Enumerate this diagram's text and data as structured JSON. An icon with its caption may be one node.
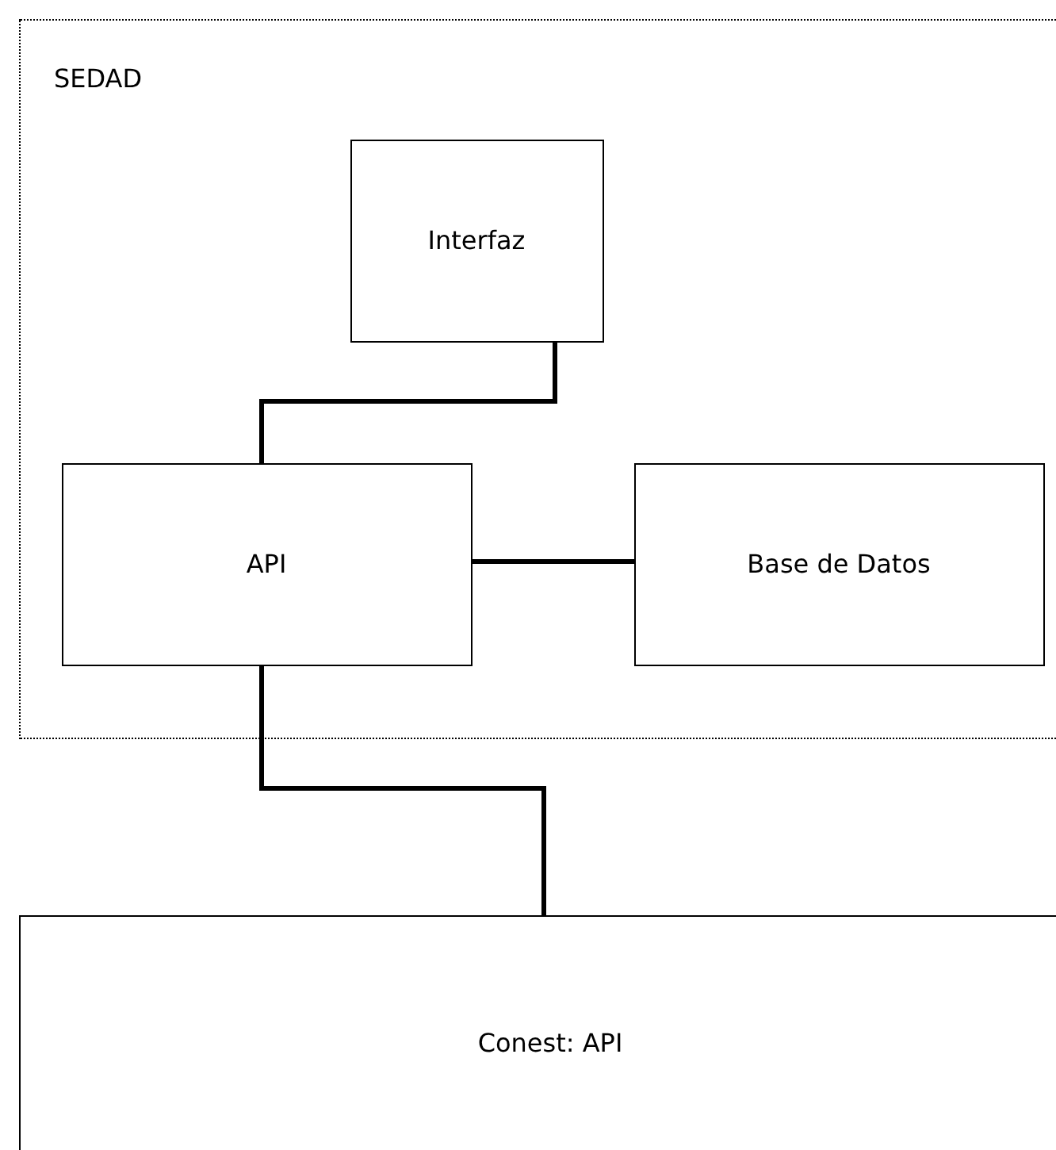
{
  "diagram": {
    "nodes": [
      {
        "text": [
          "SEDAD"
        ]
      },
      {
        "text": [
          "Interfaz"
        ],
        "in": 0
      },
      {
        "text": [
          "API"
        ],
        "in": 0
      },
      {
        "text": [
          "Base de Datos"
        ],
        "in": 0
      },
      {
        "text": [
          "Conest: API"
        ]
      }
    ],
    "edges": [
      {
        "from": 1,
        "to": 2,
        "arrow": "none"
      },
      {
        "from": 2,
        "to": 3,
        "arrow": "none"
      },
      {
        "from": 2,
        "to": 4,
        "arrow": "none"
      }
    ]
  }
}
